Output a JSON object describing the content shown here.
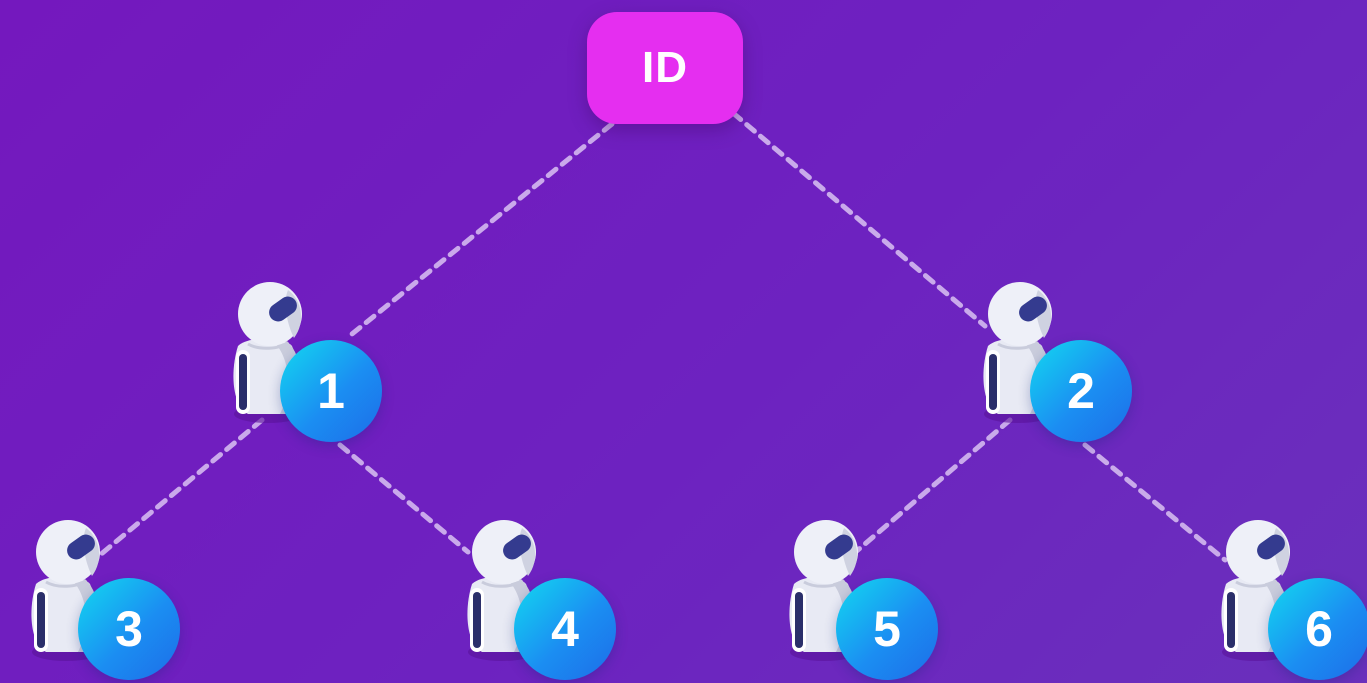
{
  "root": {
    "label": "ID"
  },
  "nodes": [
    {
      "id": "1",
      "label": "1"
    },
    {
      "id": "2",
      "label": "2"
    },
    {
      "id": "3",
      "label": "3"
    },
    {
      "id": "4",
      "label": "4"
    },
    {
      "id": "5",
      "label": "5"
    },
    {
      "id": "6",
      "label": "6"
    }
  ],
  "edges": [
    {
      "from": "ID",
      "to": "1"
    },
    {
      "from": "ID",
      "to": "2"
    },
    {
      "from": "1",
      "to": "3"
    },
    {
      "from": "1",
      "to": "4"
    },
    {
      "from": "2",
      "to": "5"
    },
    {
      "from": "2",
      "to": "6"
    }
  ],
  "colors": {
    "background": "#7418be",
    "root_fill": "#e52ef0",
    "badge_start": "#12d9f0",
    "badge_end": "#1c6de8",
    "edge": "#d9c2f2"
  },
  "icons": {
    "node": "robot-icon"
  }
}
